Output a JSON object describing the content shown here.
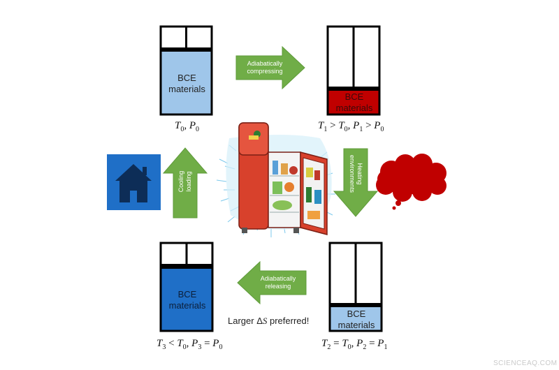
{
  "cylinders": {
    "top_left": {
      "label_line1": "BCE",
      "label_line2": "materials",
      "fill": "#9fc6ea"
    },
    "top_right": {
      "label_line1": "BCE",
      "label_line2": "materials",
      "fill": "#c00000"
    },
    "bottom_right": {
      "label_line1": "BCE",
      "label_line2": "materials",
      "fill": "#9fc6ea"
    },
    "bottom_left": {
      "label_line1": "BCE",
      "label_line2": "materials",
      "fill": "#1f6fc7"
    }
  },
  "states": {
    "top_left": {
      "t": "T",
      "t_sub": "0",
      "sep": ", ",
      "p": "P",
      "p_sub": "0"
    },
    "top_right": {
      "t": "T",
      "t_sub": "1",
      "rel1": " > ",
      "t2": "T",
      "t2_sub": "0",
      "sep": ", ",
      "p": "P",
      "p_sub": "1",
      "rel2": " > ",
      "p2": "P",
      "p2_sub": "0"
    },
    "bottom_right": {
      "t": "T",
      "t_sub": "2",
      "rel1": " = ",
      "t2": "T",
      "t2_sub": "0",
      "sep": ", ",
      "p": "P",
      "p_sub": "2",
      "rel2": " = ",
      "p2": "P",
      "p2_sub": "1"
    },
    "bottom_left": {
      "t": "T",
      "t_sub": "3",
      "rel1": " < ",
      "t2": "T",
      "t2_sub": "0",
      "sep": ", ",
      "p": "P",
      "p_sub": "3",
      "rel2": " = ",
      "p2": "P",
      "p2_sub": "0"
    }
  },
  "arrows": {
    "compress": {
      "line1": "Adiabatically",
      "line2": "compressing"
    },
    "heating": {
      "line1": "Heating",
      "line2": "environments"
    },
    "release": {
      "line1": "Adiabatically",
      "line2": "releasing"
    },
    "cooling": {
      "line1": "Cooling",
      "line2": "loading"
    }
  },
  "note": {
    "prefix": "Larger ",
    "delta": "Δ",
    "s": "S",
    "suffix": " preferred!"
  },
  "watermark": "SCIENCEAQ.COM",
  "colors": {
    "arrow_green": "#70ad47",
    "house_blue": "#1f6fc7",
    "cloud_red": "#c00000",
    "fridge_red": "#d8412c"
  }
}
